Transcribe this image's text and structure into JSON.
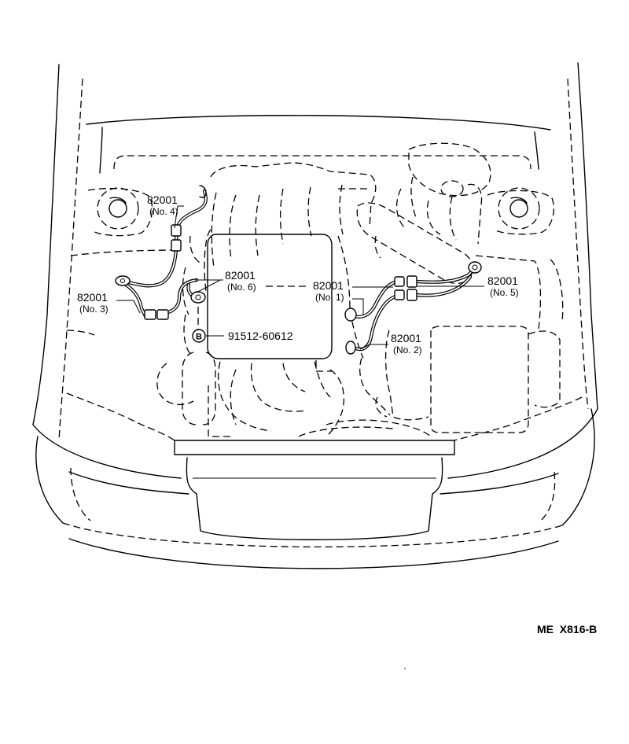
{
  "callouts": [
    {
      "id": "no1",
      "part": "82001",
      "sub": "(No. 1)"
    },
    {
      "id": "no2",
      "part": "82001",
      "sub": "(No. 2)"
    },
    {
      "id": "no3",
      "part": "82001",
      "sub": "(No. 3)"
    },
    {
      "id": "no4",
      "part": "82001",
      "sub": "(No. 4)"
    },
    {
      "id": "no5",
      "part": "82001",
      "sub": "(No. 5)"
    },
    {
      "id": "no6",
      "part": "82001",
      "sub": "(No. 6)"
    }
  ],
  "bolt": {
    "marker": "B",
    "part": "91512-60612"
  },
  "reference_code": "ME  X816-B"
}
